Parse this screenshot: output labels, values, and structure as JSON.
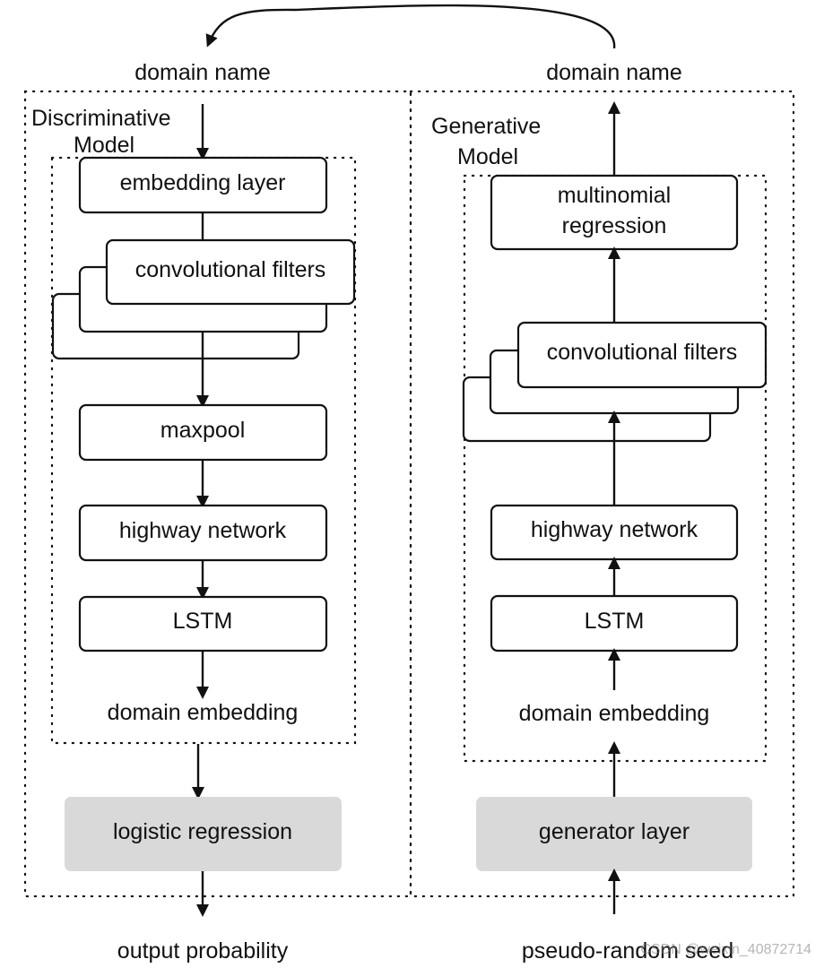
{
  "diagram": {
    "top_left_label": "domain name",
    "top_right_label": "domain name",
    "discriminator": {
      "title_line1": "Discriminative",
      "title_line2": "Model",
      "embedding_layer": "embedding layer",
      "convolutional_filters": "convolutional filters",
      "maxpool": "maxpool",
      "highway_network": "highway network",
      "lstm": "LSTM",
      "domain_embedding": "domain embedding",
      "logistic_regression": "logistic regression",
      "output_probability": "output probability"
    },
    "generator": {
      "title_line1": "Generative",
      "title_line2": "Model",
      "multinomial_line1": "multinomial",
      "multinomial_line2": "regression",
      "convolutional_filters": "convolutional filters",
      "highway_network": "highway network",
      "lstm": "LSTM",
      "domain_embedding": "domain embedding",
      "generator_layer": "generator layer",
      "pseudo_random_seed": "pseudo-random seed"
    }
  },
  "watermark": "CSDN @weixin_40872714"
}
